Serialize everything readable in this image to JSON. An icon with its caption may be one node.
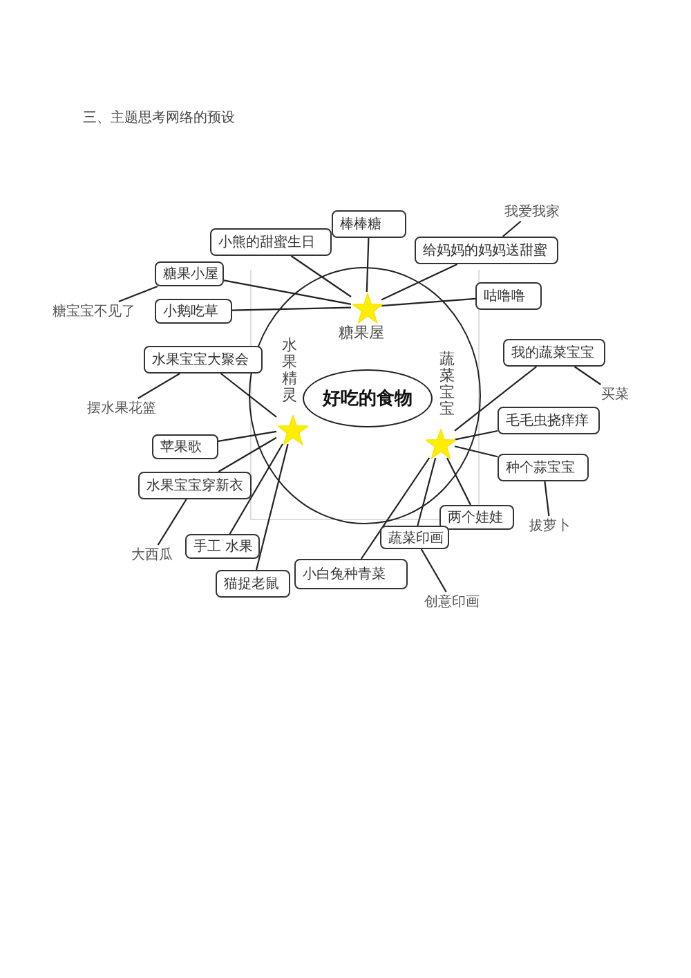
{
  "diagram": {
    "title": "三、主题思考网络的预设",
    "nodes": [
      {
        "text": [],
        "shape": "circle"
      },
      {
        "text": [
          "好吃的食物"
        ],
        "in": 0
      },
      {
        "text": [],
        "shape": "star",
        "beside": [
          "糖果屋"
        ],
        "in": 0
      },
      {
        "text": [],
        "shape": "star",
        "beside": [
          "水果精灵"
        ],
        "in": 0
      },
      {
        "text": [],
        "shape": "star",
        "beside": [
          "蔬菜宝宝"
        ],
        "in": 0
      },
      {
        "text": [
          "棒棒糖"
        ]
      },
      {
        "text": [
          "小熊的甜蜜生日"
        ]
      },
      {
        "text": [
          "糖果小屋"
        ]
      },
      {
        "text": [
          "小鹅吃草"
        ]
      },
      {
        "text": [
          "给妈妈的妈妈送甜蜜"
        ]
      },
      {
        "text": [
          "咕噜噜"
        ]
      },
      {
        "text": [
          "我爱我家"
        ]
      },
      {
        "text": [
          "糖宝宝不见了"
        ]
      },
      {
        "text": [
          "水果宝宝大聚会"
        ]
      },
      {
        "text": [
          "摆水果花篮"
        ]
      },
      {
        "text": [
          "苹果歌"
        ]
      },
      {
        "text": [
          "水果宝宝穿新衣"
        ]
      },
      {
        "text": [
          "大西瓜"
        ]
      },
      {
        "text": [
          "手工 水果"
        ]
      },
      {
        "text": [
          "猫捉老鼠"
        ]
      },
      {
        "text": [
          "我的蔬菜宝宝"
        ]
      },
      {
        "text": [
          "买菜"
        ]
      },
      {
        "text": [
          "毛毛虫挠痒痒"
        ]
      },
      {
        "text": [
          "种个蒜宝宝"
        ]
      },
      {
        "text": [
          "拔萝卜"
        ]
      },
      {
        "text": [
          "两个娃娃"
        ]
      },
      {
        "text": [
          "蔬菜印画"
        ]
      },
      {
        "text": [
          "创意印画"
        ]
      },
      {
        "text": [
          "小白兔种青菜"
        ]
      }
    ],
    "edges": [
      {
        "from": 2,
        "to": 5,
        "arrow": "none"
      },
      {
        "from": 2,
        "to": 6,
        "arrow": "none"
      },
      {
        "from": 2,
        "to": 7,
        "arrow": "none"
      },
      {
        "from": 2,
        "to": 8,
        "arrow": "none"
      },
      {
        "from": 2,
        "to": 9,
        "arrow": "none"
      },
      {
        "from": 2,
        "to": 10,
        "arrow": "none"
      },
      {
        "from": 9,
        "to": 11,
        "arrow": "none"
      },
      {
        "from": 7,
        "to": 12,
        "arrow": "none"
      },
      {
        "from": 3,
        "to": 13,
        "arrow": "none"
      },
      {
        "from": 13,
        "to": 14,
        "arrow": "none"
      },
      {
        "from": 3,
        "to": 15,
        "arrow": "none"
      },
      {
        "from": 3,
        "to": 16,
        "arrow": "none"
      },
      {
        "from": 16,
        "to": 17,
        "arrow": "none"
      },
      {
        "from": 3,
        "to": 18,
        "arrow": "none"
      },
      {
        "from": 3,
        "to": 19,
        "arrow": "none"
      },
      {
        "from": 4,
        "to": 20,
        "arrow": "none"
      },
      {
        "from": 20,
        "to": 21,
        "arrow": "none"
      },
      {
        "from": 4,
        "to": 22,
        "arrow": "none"
      },
      {
        "from": 4,
        "to": 23,
        "arrow": "none"
      },
      {
        "from": 23,
        "to": 24,
        "arrow": "none"
      },
      {
        "from": 4,
        "to": 25,
        "arrow": "none"
      },
      {
        "from": 4,
        "to": 26,
        "arrow": "none"
      },
      {
        "from": 26,
        "to": 27,
        "arrow": "none"
      },
      {
        "from": 4,
        "to": 28,
        "arrow": "none"
      }
    ]
  }
}
